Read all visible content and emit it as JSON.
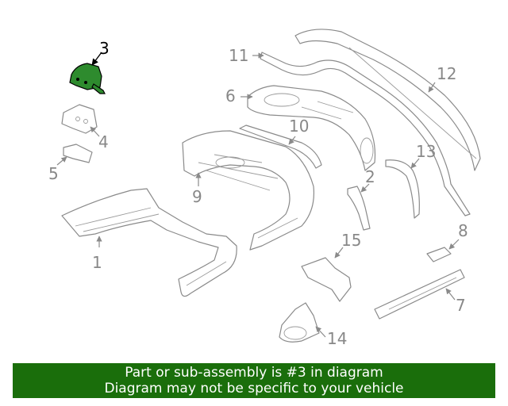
{
  "callouts": [
    "1",
    "2",
    "3",
    "4",
    "5",
    "6",
    "7",
    "8",
    "9",
    "10",
    "11",
    "12",
    "13",
    "14",
    "15"
  ],
  "banner": {
    "line1": "Part or sub-assembly is #3 in diagram",
    "line2": "Diagram may not be specific to your vehicle"
  },
  "colors": {
    "highlight": "#2e8b2e",
    "banner": "#1a6e0b",
    "line": "#8a8a8a"
  }
}
